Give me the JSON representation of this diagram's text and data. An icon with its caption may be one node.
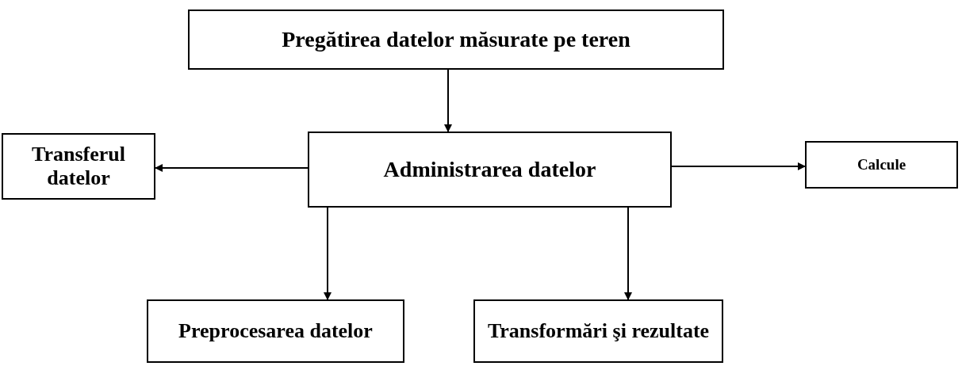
{
  "diagram": {
    "nodes": [
      {
        "text": [
          "Pregătirea datelor măsurate pe teren"
        ]
      },
      {
        "text": [
          "Transferul datelor"
        ]
      },
      {
        "text": [
          "Administrarea datelor"
        ]
      },
      {
        "text": [
          "Calcule"
        ]
      },
      {
        "text": [
          "Preprocesarea datelor"
        ]
      },
      {
        "text": [
          "Transformări şi rezultate"
        ]
      }
    ],
    "edges": [
      {
        "from": 0,
        "to": 2,
        "arrow": "to"
      },
      {
        "from": 2,
        "to": 1,
        "arrow": "to"
      },
      {
        "from": 2,
        "to": 3,
        "arrow": "to"
      },
      {
        "from": 2,
        "to": 4,
        "arrow": "to"
      },
      {
        "from": 2,
        "to": 5,
        "arrow": "to"
      }
    ]
  }
}
